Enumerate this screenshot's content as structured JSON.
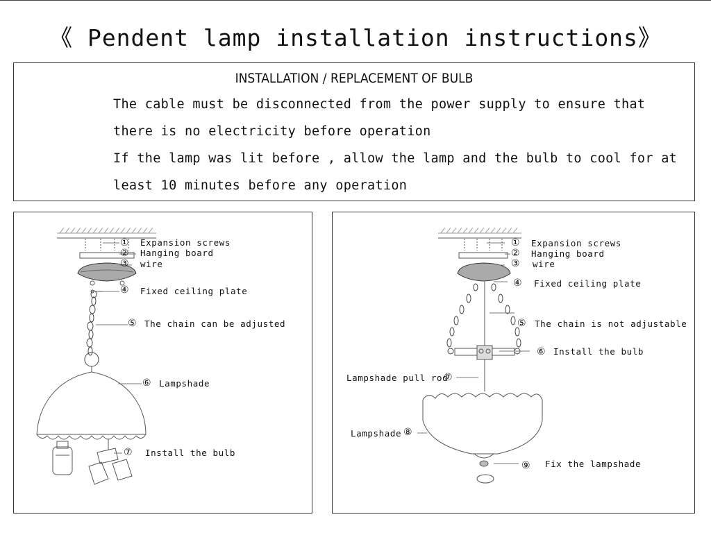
{
  "title": "《 Pendent lamp installation instructions》",
  "notice": {
    "heading": "INSTALLATION / REPLACEMENT OF BULB",
    "lines": [
      "The cable must be disconnected from the power supply to ensure that",
      "there is no electricity before operation",
      "If the lamp was lit before , allow the lamp and the bulb to cool for at",
      "least 10 minutes before any operation"
    ]
  },
  "left_diagram": {
    "labels": [
      {
        "num": "①",
        "text": "Expansion screws"
      },
      {
        "num": "②",
        "text": "Hanging board"
      },
      {
        "num": "③",
        "text": "wire"
      },
      {
        "num": "④",
        "text": "Fixed ceiling plate"
      },
      {
        "num": "⑤",
        "text": "The chain can be adjusted"
      },
      {
        "num": "⑥",
        "text": "Lampshade"
      },
      {
        "num": "⑦",
        "text": "Install the bulb"
      }
    ]
  },
  "right_diagram": {
    "labels": [
      {
        "num": "①",
        "text": "Expansion screws"
      },
      {
        "num": "②",
        "text": "Hanging board"
      },
      {
        "num": "③",
        "text": "wire"
      },
      {
        "num": "④",
        "text": "Fixed ceiling plate"
      },
      {
        "num": "⑤",
        "text": "The chain is not adjustable"
      },
      {
        "num": "⑥",
        "text": "Install the bulb"
      },
      {
        "num": "⑦",
        "text": "Lampshade pull rod"
      },
      {
        "num": "⑧",
        "text": "Lampshade"
      },
      {
        "num": "⑨",
        "text": "Fix the lampshade"
      }
    ]
  }
}
